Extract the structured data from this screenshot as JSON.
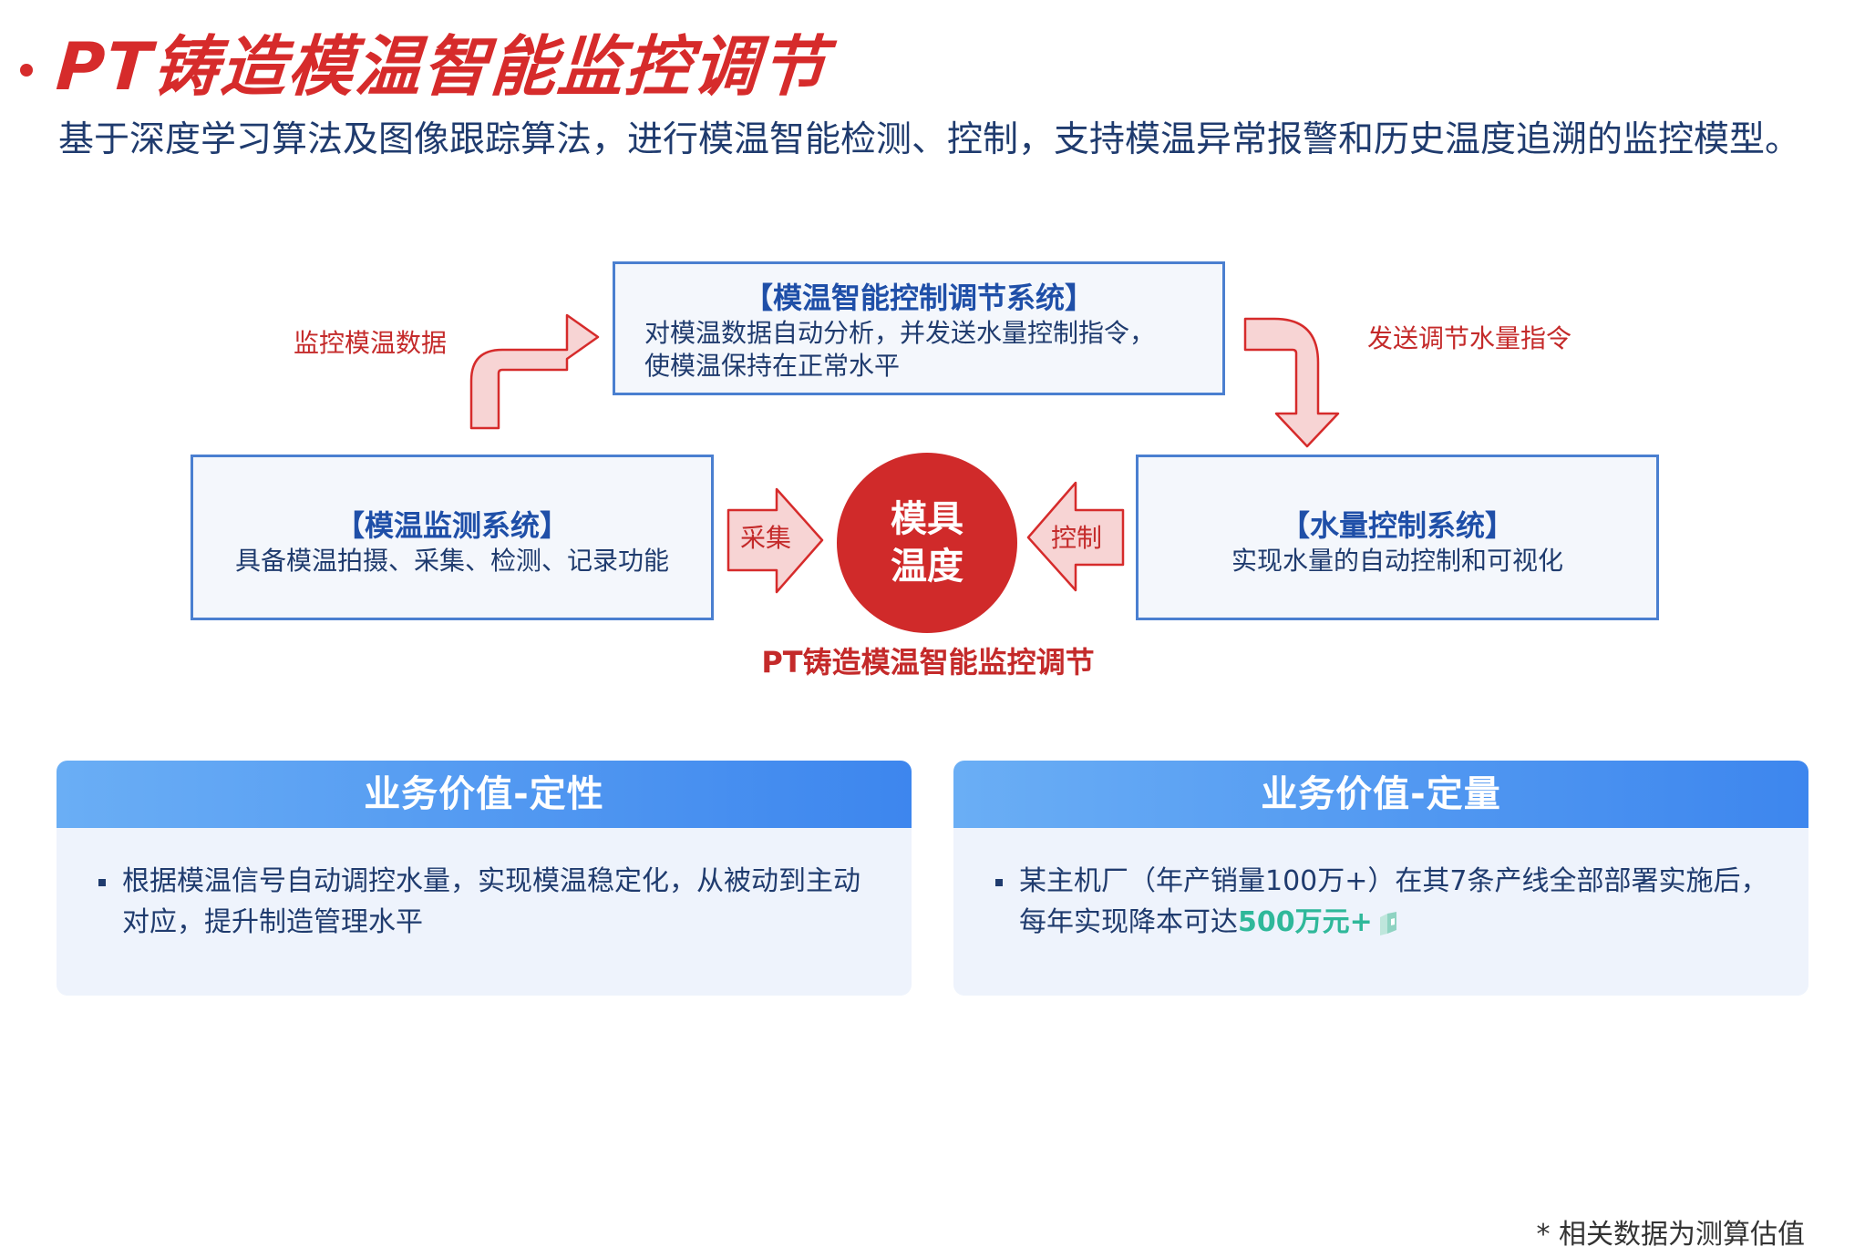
{
  "header": {
    "title": "PT铸造模温智能监控调节",
    "subtitle": "基于深度学习算法及图像跟踪算法，进行模温智能检测、控制，支持模温异常报警和历史温度追溯的监控模型。"
  },
  "diagram": {
    "top_box": {
      "title": "【模温智能控制调节系统】",
      "line1": "对模温数据自动分析，并发送水量控制指令，",
      "line2": "使模温保持在正常水平"
    },
    "left_box": {
      "title": "【模温监测系统】",
      "body": "具备模温拍摄、采集、检测、记录功能"
    },
    "right_box": {
      "title": "【水量控制系统】",
      "body": "实现水量的自动控制和可视化"
    },
    "center": {
      "line1": "模具",
      "line2": "温度",
      "caption": "PT铸造模温智能监控调节"
    },
    "arrows": {
      "monitor": "监控模温数据",
      "send": "发送调节水量指令",
      "collect": "采集",
      "control": "控制"
    },
    "colors": {
      "red": "#d62b2b",
      "pink_fill": "#f7d4d4",
      "blue_border": "#4a7fd0"
    }
  },
  "value_cards": {
    "qualitative": {
      "title": "业务价值-定性",
      "text": "根据模温信号自动调控水量，实现模温稳定化，从被动到主动对应，提升制造管理水平"
    },
    "quantitative": {
      "title": "业务价值-定量",
      "text_before": "某主机厂（年产销量100万+）在其7条产线全部部署实施后，每年实现降本可达",
      "highlight": "500万元+"
    }
  },
  "footnote": "* 相关数据为测算估值"
}
